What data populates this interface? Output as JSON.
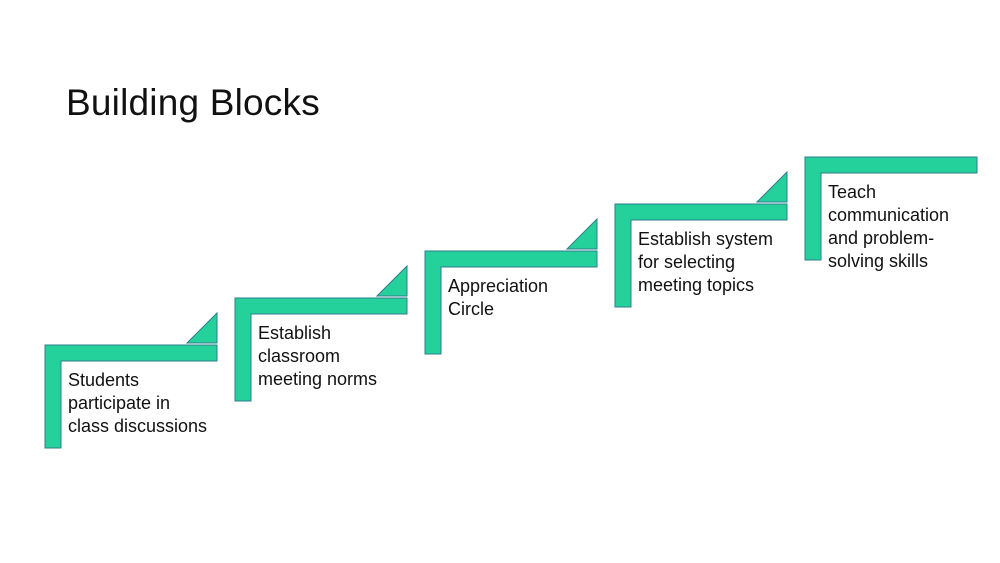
{
  "slide": {
    "title": "Building Blocks"
  },
  "colors": {
    "step_fill": "#25D19B",
    "step_stroke": "#2E7D8C",
    "text": "#111111",
    "background": "#FFFFFF"
  },
  "steps": [
    {
      "label": "Students\nparticipate in\nclass discussions"
    },
    {
      "label": "Establish\nclassroom\nmeeting norms"
    },
    {
      "label": "Appreciation\nCircle"
    },
    {
      "label": "Establish system\nfor selecting\nmeeting topics"
    },
    {
      "label": "Teach\ncommunication\nand problem-\nsolving skills"
    }
  ]
}
